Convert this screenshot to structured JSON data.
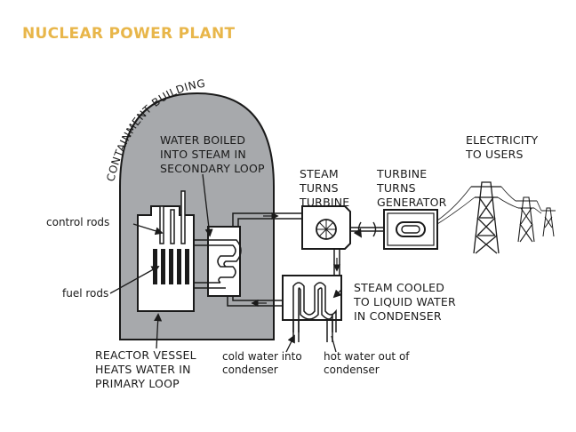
{
  "title": "NUCLEAR POWER PLANT",
  "labels": {
    "containment": "CONTAINMENT BUILDING",
    "water_boiled": [
      "WATER BOILED",
      "INTO STEAM IN",
      "SECONDARY LOOP"
    ],
    "control_rods": "control rods",
    "fuel_rods": "fuel rods",
    "reactor_vessel": [
      "REACTOR VESSEL",
      "HEATS WATER IN",
      "PRIMARY LOOP"
    ],
    "steam_turbine": [
      "STEAM",
      "TURNS",
      "TURBINE"
    ],
    "turbine_generator": [
      "TURBINE",
      "TURNS",
      "GENERATOR"
    ],
    "electricity": [
      "ELECTRICITY",
      "TO USERS"
    ],
    "steam_cooled": [
      "STEAM COOLED",
      "TO LIQUID WATER",
      "IN CONDENSER"
    ],
    "cold_water": [
      "cold water into",
      "condenser"
    ],
    "hot_water": [
      "hot water out of",
      "condenser"
    ]
  },
  "colors": {
    "title": "#e8b64a",
    "containment_fill": "#a7a9ac",
    "line": "#1a1a1a"
  }
}
